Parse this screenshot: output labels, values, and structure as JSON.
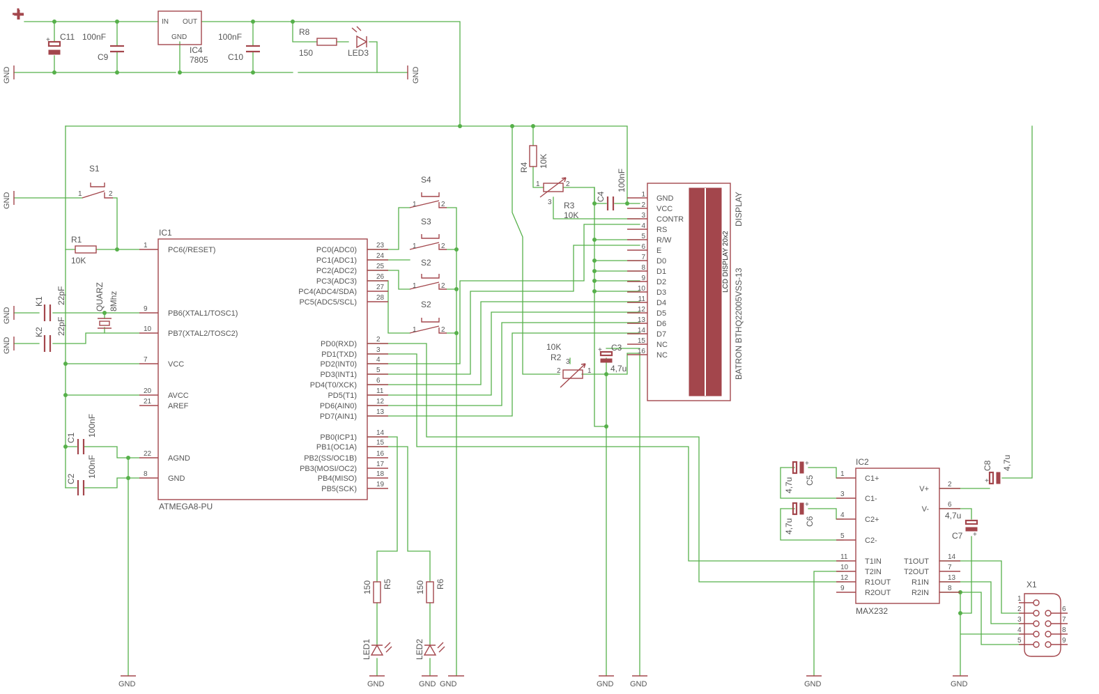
{
  "supply": {
    "plus": "+",
    "gnd": "GND"
  },
  "parts": {
    "c11": "C11",
    "c11_val": "100nF",
    "c9": "C9",
    "c10": "C10",
    "c10_val": "100nF",
    "ic4": "IC4",
    "ic4_val": "7805",
    "ic4_in": "IN",
    "ic4_out": "OUT",
    "ic4_gnd": "GND",
    "r8": "R8",
    "r8_val": "150",
    "led3": "LED3",
    "s1": "S1",
    "s2": "S2",
    "s3": "S3",
    "s4": "S4",
    "r1": "R1",
    "r1_val": "10K",
    "k1": "K1",
    "k1_val": "22pF",
    "k2": "K2",
    "k2_val": "22pF",
    "quarz": "QUARZ",
    "quarz_val": "8Mhz",
    "c1": "C1",
    "c1_val": "100nF",
    "c2": "C2",
    "c2_val": "100nF",
    "r4": "R4",
    "r4_val": "10K",
    "r3": "R3",
    "r3_val": "10K",
    "c4": "C4",
    "c4_val": "100nF",
    "r2": "R2",
    "r2_val": "10K",
    "c3": "C3",
    "c3_val": "4,7u",
    "r5": "R5",
    "r5_val": "150",
    "r6": "R6",
    "r6_val": "150",
    "led1": "LED1",
    "led2": "LED2",
    "c5": "C5",
    "c5_val": "4,7u",
    "c6": "C6",
    "c6_val": "4,7u",
    "c7": "C7",
    "c7_val": "4,7u",
    "c8": "C8",
    "c8_val": "4,7u",
    "x1": "X1"
  },
  "ic1": {
    "name": "IC1",
    "value": "ATMEGA8-PU",
    "left_pins": [
      {
        "num": "1",
        "name": "PC6(/RESET)"
      },
      {
        "num": "9",
        "name": "PB6(XTAL1/TOSC1)"
      },
      {
        "num": "10",
        "name": "PB7(XTAL2/TOSC2)"
      },
      {
        "num": "7",
        "name": "VCC"
      },
      {
        "num": "20",
        "name": "AVCC"
      },
      {
        "num": "21",
        "name": "AREF"
      },
      {
        "num": "22",
        "name": "AGND"
      },
      {
        "num": "8",
        "name": "GND"
      }
    ],
    "right_pins": [
      {
        "num": "23",
        "name": "PC0(ADC0)"
      },
      {
        "num": "24",
        "name": "PC1(ADC1)"
      },
      {
        "num": "25",
        "name": "PC2(ADC2)"
      },
      {
        "num": "26",
        "name": "PC3(ADC3)"
      },
      {
        "num": "27",
        "name": "PC4(ADC4/SDA)"
      },
      {
        "num": "28",
        "name": "PC5(ADC5/SCL)"
      },
      {
        "num": "2",
        "name": "PD0(RXD)"
      },
      {
        "num": "3",
        "name": "PD1(TXD)"
      },
      {
        "num": "4",
        "name": "PD2(INT0)"
      },
      {
        "num": "5",
        "name": "PD3(INT1)"
      },
      {
        "num": "6",
        "name": "PD4(T0/XCK)"
      },
      {
        "num": "11",
        "name": "PD5(T1)"
      },
      {
        "num": "12",
        "name": "PD6(AIN0)"
      },
      {
        "num": "13",
        "name": "PD7(AIN1)"
      },
      {
        "num": "14",
        "name": "PB0(ICP1)"
      },
      {
        "num": "15",
        "name": "PB1(OC1A)"
      },
      {
        "num": "16",
        "name": "PB2(SS/OC1B)"
      },
      {
        "num": "17",
        "name": "PB3(MOSI/OC2)"
      },
      {
        "num": "18",
        "name": "PB4(MISO)"
      },
      {
        "num": "19",
        "name": "PB5(SCK)"
      }
    ]
  },
  "display": {
    "name": "DISPLAY",
    "model": "BATRON BTHQ22005VSS-13",
    "lcd": "LCD DISPLAY 20x2",
    "pins": [
      {
        "num": "1",
        "name": "GND"
      },
      {
        "num": "2",
        "name": "VCC"
      },
      {
        "num": "3",
        "name": "CONTR"
      },
      {
        "num": "4",
        "name": "RS"
      },
      {
        "num": "5",
        "name": "R/W"
      },
      {
        "num": "6",
        "name": "E"
      },
      {
        "num": "7",
        "name": "D0"
      },
      {
        "num": "8",
        "name": "D1"
      },
      {
        "num": "9",
        "name": "D2"
      },
      {
        "num": "10",
        "name": "D3"
      },
      {
        "num": "11",
        "name": "D4"
      },
      {
        "num": "12",
        "name": "D5"
      },
      {
        "num": "13",
        "name": "D6"
      },
      {
        "num": "14",
        "name": "D7"
      },
      {
        "num": "15",
        "name": "NC"
      },
      {
        "num": "16",
        "name": "NC"
      }
    ]
  },
  "ic2": {
    "name": "IC2",
    "value": "MAX232",
    "left_pins": [
      {
        "num": "1",
        "name": "C1+"
      },
      {
        "num": "3",
        "name": "C1-"
      },
      {
        "num": "4",
        "name": "C2+"
      },
      {
        "num": "5",
        "name": "C2-"
      },
      {
        "num": "11",
        "name": "T1IN"
      },
      {
        "num": "10",
        "name": "T2IN"
      },
      {
        "num": "12",
        "name": "R1OUT"
      },
      {
        "num": "9",
        "name": "R2OUT"
      }
    ],
    "right_pins": [
      {
        "num": "2",
        "name": "V+"
      },
      {
        "num": "6",
        "name": "V-"
      },
      {
        "num": "14",
        "name": "T1OUT"
      },
      {
        "num": "7",
        "name": "T2OUT"
      },
      {
        "num": "13",
        "name": "R1IN"
      },
      {
        "num": "8",
        "name": "R2IN"
      }
    ]
  },
  "x1": {
    "left": [
      "1",
      "2",
      "3",
      "4",
      "5"
    ],
    "right": [
      "6",
      "7",
      "8",
      "9"
    ]
  },
  "pin": {
    "one": "1",
    "two": "2",
    "three": "3"
  }
}
